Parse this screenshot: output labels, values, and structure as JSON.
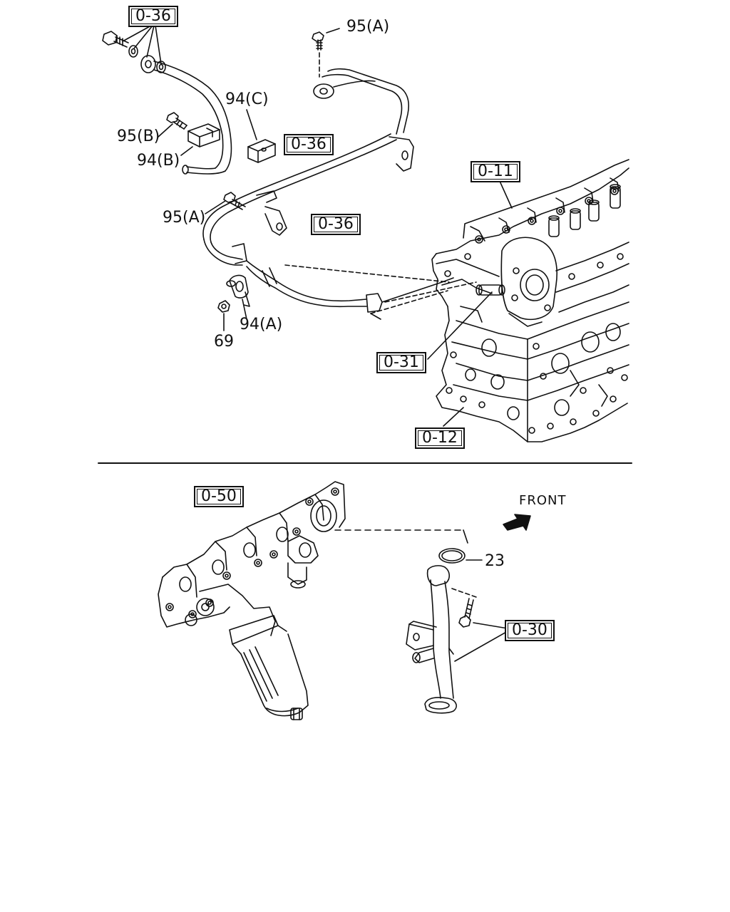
{
  "callouts": {
    "top_036": "0-36",
    "bolt_95a_top": "95(A)",
    "clip_94c": "94(C)",
    "bolt_95b": "95(B)",
    "clip_94b": "94(B)",
    "mid_036": "0-36",
    "ref_011": "0-11",
    "bolt_95a_mid": "95(A)",
    "pipe_036": "0-36",
    "clip_94a": "94(A)",
    "nut_69": "69",
    "ref_031": "0-31",
    "ref_012": "0-12",
    "ref_050": "0-50",
    "front": "FRONT",
    "oring_23": "23",
    "ref_030": "0-30"
  }
}
